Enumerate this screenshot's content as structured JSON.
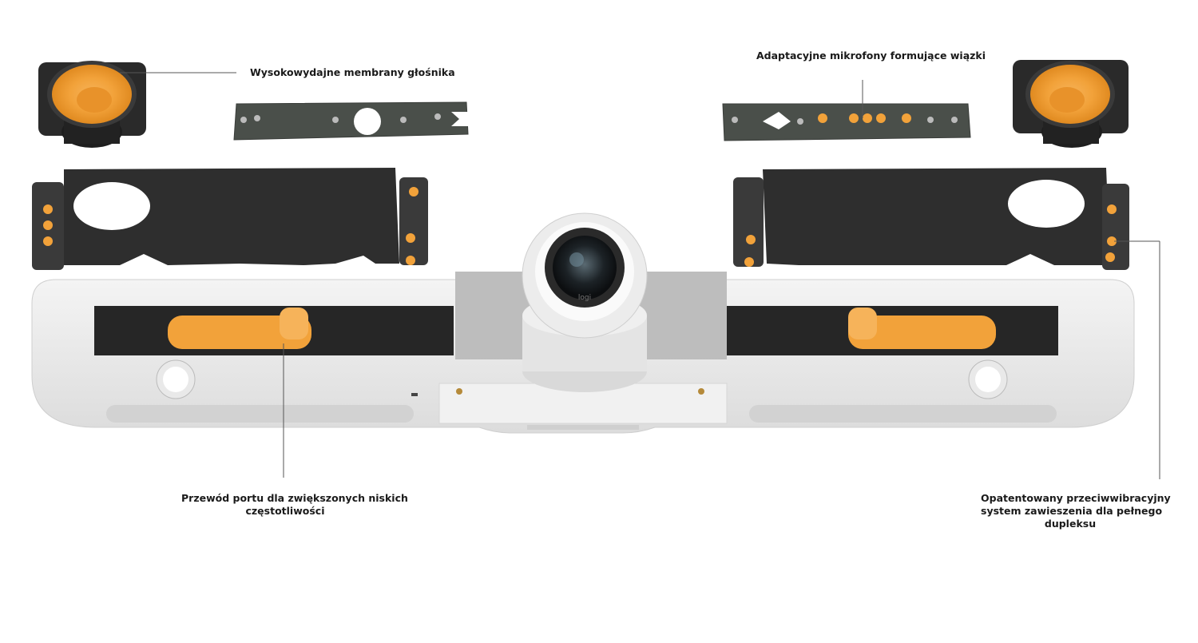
{
  "callouts": {
    "speaker_membranes": "Wysokowydajne membrany głośnika",
    "beamforming_mics": "Adaptacyjne mikrofony formujące wiązki",
    "port_duct_line1": "Przewód portu dla zwiększonych niskich",
    "port_duct_line2": "częstotliwości",
    "suspension_line1": "Opatentowany przeciwwibracyjny",
    "suspension_line2": "system zawieszenia dla pełnego",
    "suspension_line3": "dupleksu"
  },
  "product": {
    "logo_text": "logi"
  },
  "colors": {
    "accent_orange": "#f2a23a",
    "housing_dark": "#2e2e2e",
    "pcb_dark": "#4a4f4a",
    "body_light": "#ececec",
    "line": "#555555"
  }
}
